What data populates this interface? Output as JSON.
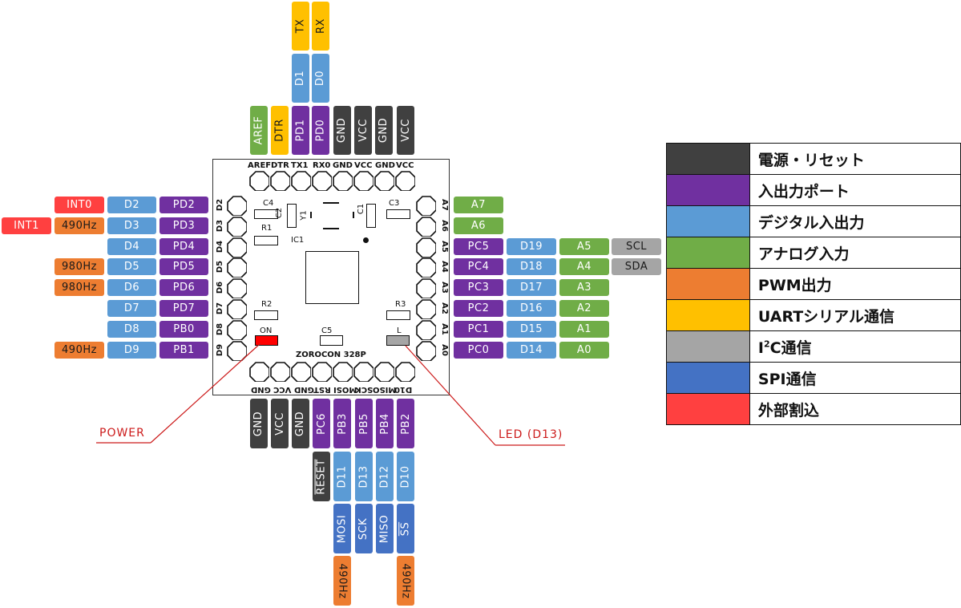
{
  "colors": {
    "power": "#404040",
    "port": "#7030a0",
    "digital": "#5b9bd5",
    "analog": "#70ad47",
    "pwm": "#ed7d31",
    "uart": "#ffc000",
    "i2c": "#a5a5a5",
    "spi": "#4472c4",
    "interrupt": "#ff4040",
    "callout": "#cc1a1a"
  },
  "top_pins": [
    {
      "label": "AREF",
      "type": "analog"
    },
    {
      "label": "DTR",
      "type": "uart"
    },
    {
      "label": "PD1",
      "type": "port"
    },
    {
      "label": "PD0",
      "type": "port"
    },
    {
      "label": "GND",
      "type": "power"
    },
    {
      "label": "VCC",
      "type": "power"
    },
    {
      "label": "GND",
      "type": "power"
    },
    {
      "label": "VCC",
      "type": "power"
    }
  ],
  "top_digital": [
    {
      "label": "D1"
    },
    {
      "label": "D0"
    }
  ],
  "top_uart": [
    {
      "label": "TX"
    },
    {
      "label": "RX"
    }
  ],
  "left_rows": [
    {
      "silk": "D2",
      "port": "PD2",
      "digital": "D2",
      "extra": [
        {
          "label": "INT0",
          "type": "interrupt"
        }
      ]
    },
    {
      "silk": "D3",
      "port": "PD3",
      "digital": "D3",
      "extra": [
        {
          "label": "490Hz",
          "type": "pwm"
        },
        {
          "label": "INT1",
          "type": "interrupt"
        }
      ]
    },
    {
      "silk": "D4",
      "port": "PD4",
      "digital": "D4",
      "extra": []
    },
    {
      "silk": "D5",
      "port": "PD5",
      "digital": "D5",
      "extra": [
        {
          "label": "980Hz",
          "type": "pwm"
        }
      ]
    },
    {
      "silk": "D6",
      "port": "PD6",
      "digital": "D6",
      "extra": [
        {
          "label": "980Hz",
          "type": "pwm"
        }
      ]
    },
    {
      "silk": "D7",
      "port": "PD7",
      "digital": "D7",
      "extra": []
    },
    {
      "silk": "D8",
      "port": "PB0",
      "digital": "D8",
      "extra": []
    },
    {
      "silk": "D9",
      "port": "PB1",
      "digital": "D9",
      "extra": [
        {
          "label": "490Hz",
          "type": "pwm"
        }
      ]
    }
  ],
  "right_rows": [
    {
      "silk": "A7",
      "cells": [
        {
          "label": "A7",
          "type": "analog"
        }
      ]
    },
    {
      "silk": "A6",
      "cells": [
        {
          "label": "A6",
          "type": "analog"
        }
      ]
    },
    {
      "silk": "A5",
      "cells": [
        {
          "label": "PC5",
          "type": "port"
        },
        {
          "label": "D19",
          "type": "digital"
        },
        {
          "label": "A5",
          "type": "analog"
        },
        {
          "label": "SCL",
          "type": "i2c"
        }
      ]
    },
    {
      "silk": "A4",
      "cells": [
        {
          "label": "PC4",
          "type": "port"
        },
        {
          "label": "D18",
          "type": "digital"
        },
        {
          "label": "A4",
          "type": "analog"
        },
        {
          "label": "SDA",
          "type": "i2c"
        }
      ]
    },
    {
      "silk": "A3",
      "cells": [
        {
          "label": "PC3",
          "type": "port"
        },
        {
          "label": "D17",
          "type": "digital"
        },
        {
          "label": "A3",
          "type": "analog"
        }
      ]
    },
    {
      "silk": "A2",
      "cells": [
        {
          "label": "PC2",
          "type": "port"
        },
        {
          "label": "D16",
          "type": "digital"
        },
        {
          "label": "A2",
          "type": "analog"
        }
      ]
    },
    {
      "silk": "A1",
      "cells": [
        {
          "label": "PC1",
          "type": "port"
        },
        {
          "label": "D15",
          "type": "digital"
        },
        {
          "label": "A1",
          "type": "analog"
        }
      ]
    },
    {
      "silk": "A0",
      "cells": [
        {
          "label": "PC0",
          "type": "port"
        },
        {
          "label": "D14",
          "type": "digital"
        },
        {
          "label": "A0",
          "type": "analog"
        }
      ]
    }
  ],
  "bottom_pins": [
    {
      "label": "GND",
      "type": "power"
    },
    {
      "label": "VCC",
      "type": "power"
    },
    {
      "label": "GND",
      "type": "power"
    },
    {
      "label": "PC6",
      "type": "port"
    },
    {
      "label": "PB3",
      "type": "port"
    },
    {
      "label": "PB5",
      "type": "port"
    },
    {
      "label": "PB4",
      "type": "port"
    },
    {
      "label": "PB2",
      "type": "port"
    }
  ],
  "bottom_row2": [
    {
      "label": "RESET",
      "type": "power",
      "overline": true
    },
    {
      "label": "D11",
      "type": "digital"
    },
    {
      "label": "D13",
      "type": "digital"
    },
    {
      "label": "D12",
      "type": "digital"
    },
    {
      "label": "D10",
      "type": "digital"
    }
  ],
  "bottom_spi": [
    {
      "label": "MOSI",
      "overline": false
    },
    {
      "label": "SCK",
      "overline": false
    },
    {
      "label": "MISO",
      "overline": false
    },
    {
      "label": "SS",
      "overline": true
    }
  ],
  "bottom_pwm": [
    {
      "label": "490Hz",
      "col": 1
    },
    {
      "label": "490Hz",
      "col": 4
    }
  ],
  "board": {
    "top_silk": [
      "AREF",
      "DTR",
      "TX1",
      "RX0",
      "GND",
      "VCC",
      "GND",
      "VCC"
    ],
    "bottom_silk": [
      "D10",
      "MISO",
      "SCK",
      "MOSI",
      "RST",
      "GND",
      "VCC",
      "GND"
    ],
    "name": "ZOROCON 328P",
    "components": {
      "c1": "C1",
      "c2": "C2",
      "c3": "C3",
      "c4": "C4",
      "c5": "C5",
      "r1": "R1",
      "r2": "R2",
      "r3": "R3",
      "y1": "Y1",
      "ic1": "IC1",
      "on": "ON",
      "l": "L"
    },
    "power_led_color": "#ff0000",
    "l_led_color": "#a6a6a6"
  },
  "callouts": {
    "power": "POWER",
    "led": "LED (D13)"
  },
  "legend": [
    {
      "type": "power",
      "label": "電源・リセット"
    },
    {
      "type": "port",
      "label": "入出力ポート"
    },
    {
      "type": "digital",
      "label": "デジタル入出力"
    },
    {
      "type": "analog",
      "label": "アナログ入力"
    },
    {
      "type": "pwm",
      "label": "PWM出力"
    },
    {
      "type": "uart",
      "label": "UARTシリアル通信"
    },
    {
      "type": "i2c",
      "label_prefix": "I",
      "label_sup": "2",
      "label_suffix": "C通信"
    },
    {
      "type": "spi",
      "label": "SPI通信"
    },
    {
      "type": "interrupt",
      "label": "外部割込"
    }
  ]
}
